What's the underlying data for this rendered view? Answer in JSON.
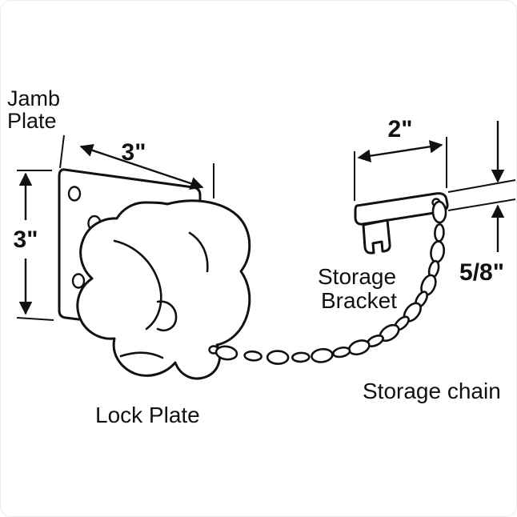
{
  "colors": {
    "line": "#111111",
    "background": "#ffffff"
  },
  "labels": {
    "jamb_line1": "Jamb",
    "jamb_line2": "Plate",
    "lock_plate": "Lock Plate",
    "storage_line1": "Storage",
    "storage_line2": "Bracket",
    "storage_chain": "Storage chain"
  },
  "dimensions": {
    "plate_width": "3\"",
    "plate_height": "3\"",
    "bracket_width": "2\"",
    "bracket_height": "5/8\""
  }
}
